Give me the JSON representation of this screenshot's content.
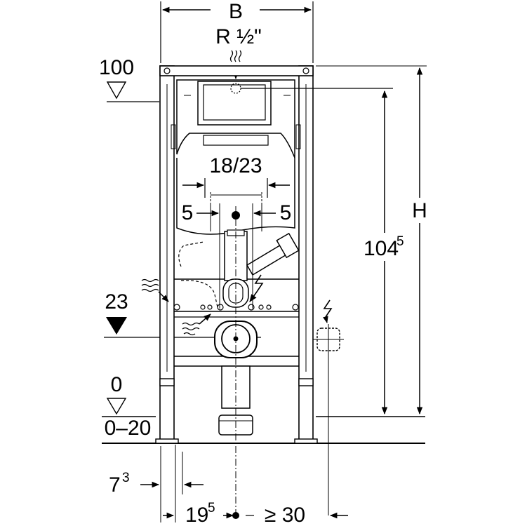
{
  "dimensions": {
    "width_label": "B",
    "thread_label": "R ½\"",
    "height_label": "H",
    "frame_height_label": "104",
    "frame_height_sup": "5",
    "flush_spacing_label": "18/23",
    "offset_left_label": "5",
    "offset_right_label": "5",
    "level_top_label": "100",
    "level_mid_label": "23",
    "level_floor_label": "0",
    "floor_range_label": "0–20",
    "foot_offset_label": "7",
    "foot_offset_sup": "3",
    "wall_offset_label": "19",
    "wall_offset_sup": "5",
    "min_distance_label": "≥ 30"
  },
  "symbols": {
    "water_supply": "water-supply-icon",
    "electric": "lightning-icon",
    "level_marker": "triangle-level-icon"
  },
  "colors": {
    "line": "#000000",
    "background": "#ffffff",
    "gray": "#9a9a9a"
  }
}
